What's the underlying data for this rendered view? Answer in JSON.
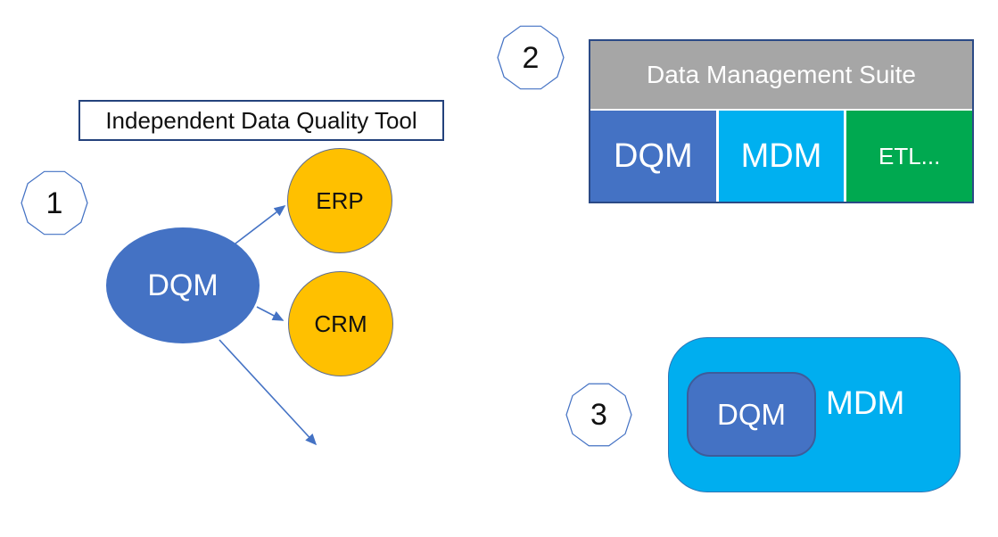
{
  "diagram": {
    "description": "Three DQM deployment options",
    "colors": {
      "accent_blue": "#4472C4",
      "cyan": "#00B0F0",
      "outer_cyan": "#00AEEF",
      "green": "#00A950",
      "gold": "#FFC000",
      "gray_header": "#A6A6A6",
      "navy_border": "#24427C",
      "arrow_blue": "#4472C4"
    },
    "option1": {
      "badge": "1",
      "title": "Independent Data Quality Tool",
      "hub_label": "DQM",
      "targets": [
        "ERP",
        "CRM"
      ]
    },
    "option2": {
      "badge": "2",
      "header": "Data Management Suite",
      "modules": [
        {
          "label": "DQM",
          "color": "#4472C4"
        },
        {
          "label": "MDM",
          "color": "#00B0F0"
        },
        {
          "label": "ETL...",
          "color": "#00A950"
        }
      ]
    },
    "option3": {
      "badge": "3",
      "inner_label": "DQM",
      "outer_label": "MDM"
    }
  }
}
